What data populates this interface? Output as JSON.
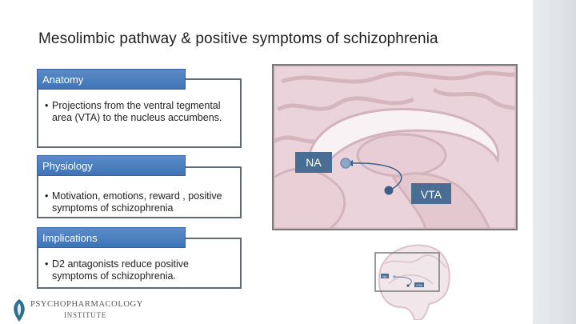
{
  "slide": {
    "title": "Mesolimbic pathway & positive symptoms of schizophrenia"
  },
  "sections": [
    {
      "header": "Anatomy",
      "bullet": "Projections from the ventral tegmental area (VTA) to the nucleus accumbens."
    },
    {
      "header": "Physiology",
      "bullet": "Motivation, emotions, reward , positive symptoms of schizophrenia"
    },
    {
      "header": "Implications",
      "bullet": "D2 antagonists reduce positive symptoms of schizophrenia."
    }
  ],
  "bullet_glyph": "•",
  "diagram": {
    "label_na": "NA",
    "label_vta": "VTA",
    "thumb_na": "NA",
    "thumb_vta": "VTA",
    "colors": {
      "label_bg": "#4a6d93",
      "pathway": "#3d5f86",
      "na_node": "#8fa7c6",
      "brain_tissue": "#e8d2d8",
      "brain_fold": "#d8b9c2"
    }
  },
  "logo": {
    "name_line1": "PSYCHOPHARMACOLOGY",
    "name_line2": "INSTITUTE"
  },
  "colors": {
    "header_bg": "#4a80c0",
    "box_border": "#616b75",
    "side_strip": "#e2e5e8"
  }
}
